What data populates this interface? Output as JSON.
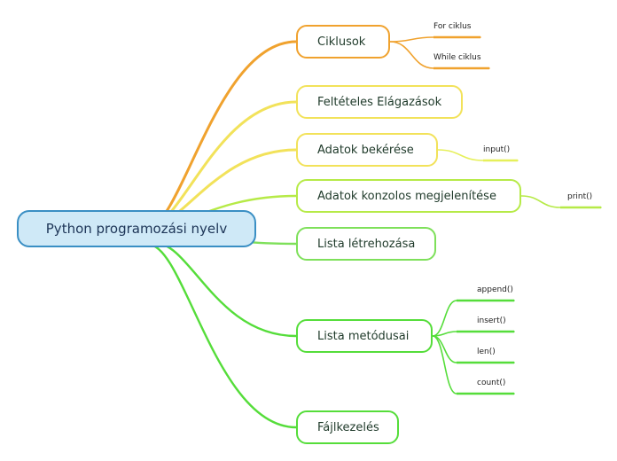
{
  "root": {
    "label": "Python programozási nyelv"
  },
  "topics": [
    {
      "label": "Ciklusok",
      "color": "#f0a22e"
    },
    {
      "label": "Feltételes Elágazások",
      "color": "#f2e25a"
    },
    {
      "label": "Adatok bekérése",
      "color": "#f2e25a"
    },
    {
      "label": "Adatok konzolos megjelenítése",
      "color": "#b6ea47"
    },
    {
      "label": "Lista létrehozása",
      "color": "#7ee05a"
    },
    {
      "label": "Lista metódusai",
      "color": "#55dd3a"
    },
    {
      "label": "Fájlkezelés",
      "color": "#55dd3a"
    }
  ],
  "leaves": [
    {
      "label": "For ciklus",
      "color": "#f0a22e"
    },
    {
      "label": "While ciklus",
      "color": "#f0a22e"
    },
    {
      "label": "input()",
      "color": "#e6f05a"
    },
    {
      "label": "print()",
      "color": "#b6ea47"
    },
    {
      "label": "append()",
      "color": "#55dd3a"
    },
    {
      "label": "insert()",
      "color": "#55dd3a"
    },
    {
      "label": "len()",
      "color": "#55dd3a"
    },
    {
      "label": "count()",
      "color": "#55dd3a"
    }
  ]
}
